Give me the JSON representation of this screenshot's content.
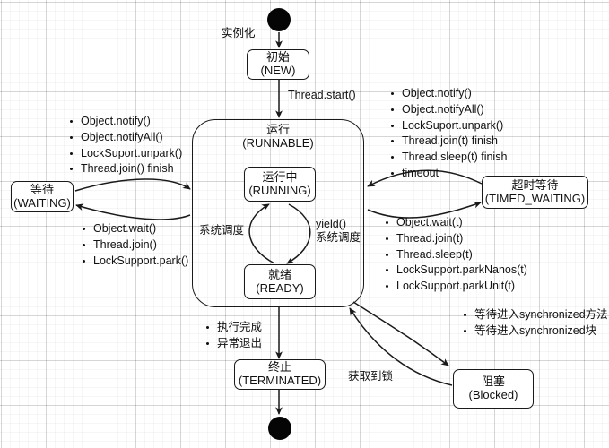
{
  "diagram": {
    "title": "Java Thread State Transition Diagram",
    "stroke_color": "#1a1a1a",
    "background": "#ffffff",
    "grid_color": "#d8d8d8"
  },
  "terminals": {
    "start_name": "start-node",
    "end_name": "end-node"
  },
  "nodes": {
    "new": {
      "cn": "初始",
      "en": "(NEW)"
    },
    "runnable": {
      "cn": "运行",
      "en": "(RUNNABLE)"
    },
    "running": {
      "cn": "运行中",
      "en": "(RUNNING)"
    },
    "ready": {
      "cn": "就绪",
      "en": "(READY)"
    },
    "waiting": {
      "cn": "等待",
      "en": "(WAITING)"
    },
    "timed_waiting": {
      "cn": "超时等待",
      "en": "(TIMED_WAITING)"
    },
    "terminated": {
      "cn": "终止",
      "en": "(TERMINATED)"
    },
    "blocked": {
      "cn": "阻塞",
      "en": "(Blocked)"
    }
  },
  "edge_labels": {
    "instantiate": "实例化",
    "thread_start": "Thread.start()",
    "sys_schedule": "系统调度",
    "yield_line1": "yield()",
    "yield_line2": "系统调度",
    "acquire_lock": "获取到锁"
  },
  "bullet_lists": {
    "waiting_to_runnable": [
      "Object.notify()",
      "Object.notifyAll()",
      "LockSuport.unpark()",
      "Thread.join() finish"
    ],
    "runnable_to_waiting": [
      "Object.wait()",
      "Thread.join()",
      "LockSupport.park()"
    ],
    "timed_to_runnable": [
      "Object.notify()",
      "Object.notifyAll()",
      "LockSuport.unpark()",
      "Thread.join(t) finish",
      "Thread.sleep(t) finish",
      "timeout"
    ],
    "runnable_to_timed": [
      "Object.wait(t)",
      "Thread.join(t)",
      "Thread.sleep(t)",
      "LockSupport.parkNanos(t)",
      "LockSupport.parkUnit(t)"
    ],
    "runnable_to_terminated": [
      "执行完成",
      "异常退出"
    ],
    "runnable_to_blocked": [
      "等待进入synchronized方法",
      "等待进入synchronized块"
    ]
  }
}
